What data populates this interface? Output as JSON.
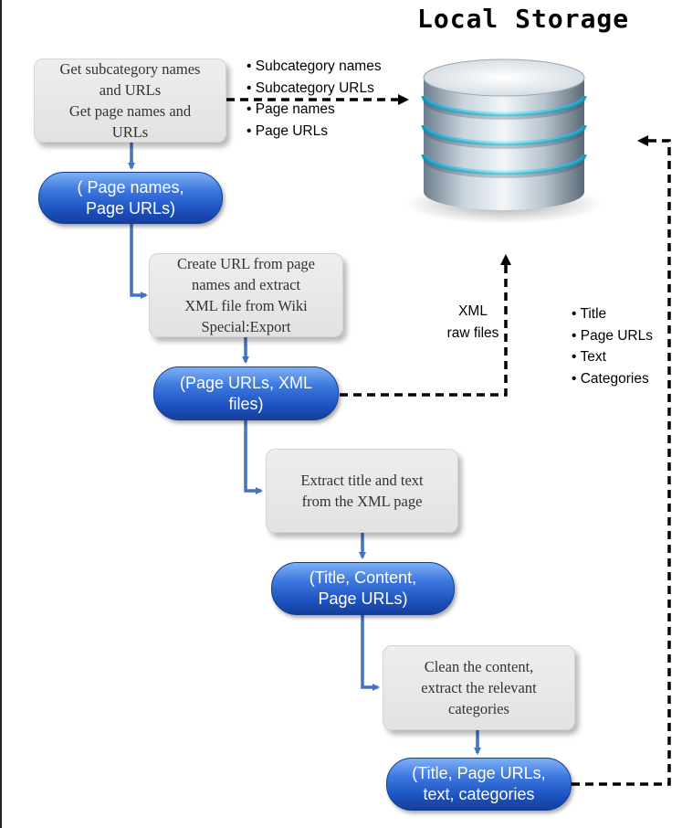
{
  "header": {
    "title": "Local Storage"
  },
  "steps": [
    {
      "lines": [
        "Get subcategory names",
        "and URLs",
        "Get page names and",
        "URLs"
      ]
    },
    {
      "lines": [
        "Create URL from page",
        "names and extract",
        "XML file from Wiki",
        "Special:Export"
      ]
    },
    {
      "lines": [
        "Extract title and text",
        "from the XML page"
      ]
    },
    {
      "lines": [
        "Clean the content,",
        "extract the relevant",
        "categories"
      ]
    }
  ],
  "outputs": [
    {
      "lines": [
        "( Page names,",
        "Page URLs)"
      ]
    },
    {
      "lines": [
        "(Page URLs, XML",
        "files)"
      ]
    },
    {
      "lines": [
        "(Title, Content,",
        "Page URLs)"
      ]
    },
    {
      "lines": [
        "(Title, Page URLs,",
        "text, categories"
      ]
    }
  ],
  "bullets_top": [
    "Subcategory names",
    "Subcategory URLs",
    "Page names",
    "Page URLs"
  ],
  "raw_label": [
    "XML",
    "raw files"
  ],
  "bullets_right": [
    "Title",
    "Page URLs",
    "Text",
    "Categories"
  ],
  "colors": {
    "flow_arrow": "#4472c4",
    "dashed_arrow": "#000000",
    "pill": "#1f55c4",
    "step_box": "#e6e6e6"
  },
  "icons": {
    "storage": "database-cylinder-icon"
  }
}
